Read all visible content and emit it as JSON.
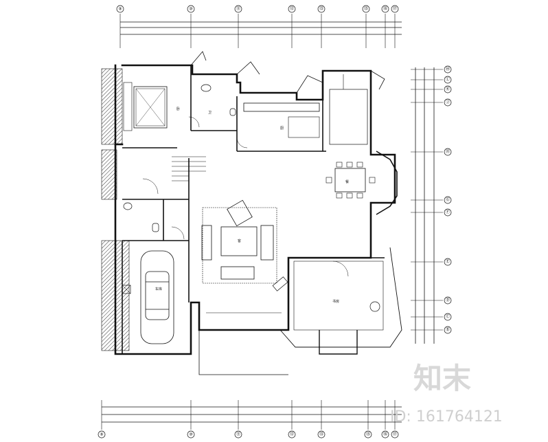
{
  "axes": {
    "top": [
      "⑨",
      "⑩",
      "⑪",
      "⑫",
      "⑬",
      "⑮",
      "⑯",
      "⑰"
    ],
    "bottom": [
      "⑨",
      "⑩",
      "⑪",
      "⑫",
      "⑬",
      "⑮",
      "⑯",
      "⑰"
    ],
    "right": [
      "Ⓜ",
      "Ⓛ",
      "Ⓚ",
      "Ⓙ",
      "Ⓗ",
      "Ⓖ",
      "Ⓕ",
      "Ⓔ",
      "Ⓓ",
      "Ⓒ",
      "Ⓑ"
    ]
  },
  "labels": {
    "bedroom": "卧",
    "bath_upper": "卫",
    "kitchen": "厨",
    "dining": "餐",
    "living": "客",
    "garage": "车库",
    "study": "书房"
  },
  "watermark": {
    "logo_text": "知末",
    "id_text": "ID: 161764121"
  }
}
